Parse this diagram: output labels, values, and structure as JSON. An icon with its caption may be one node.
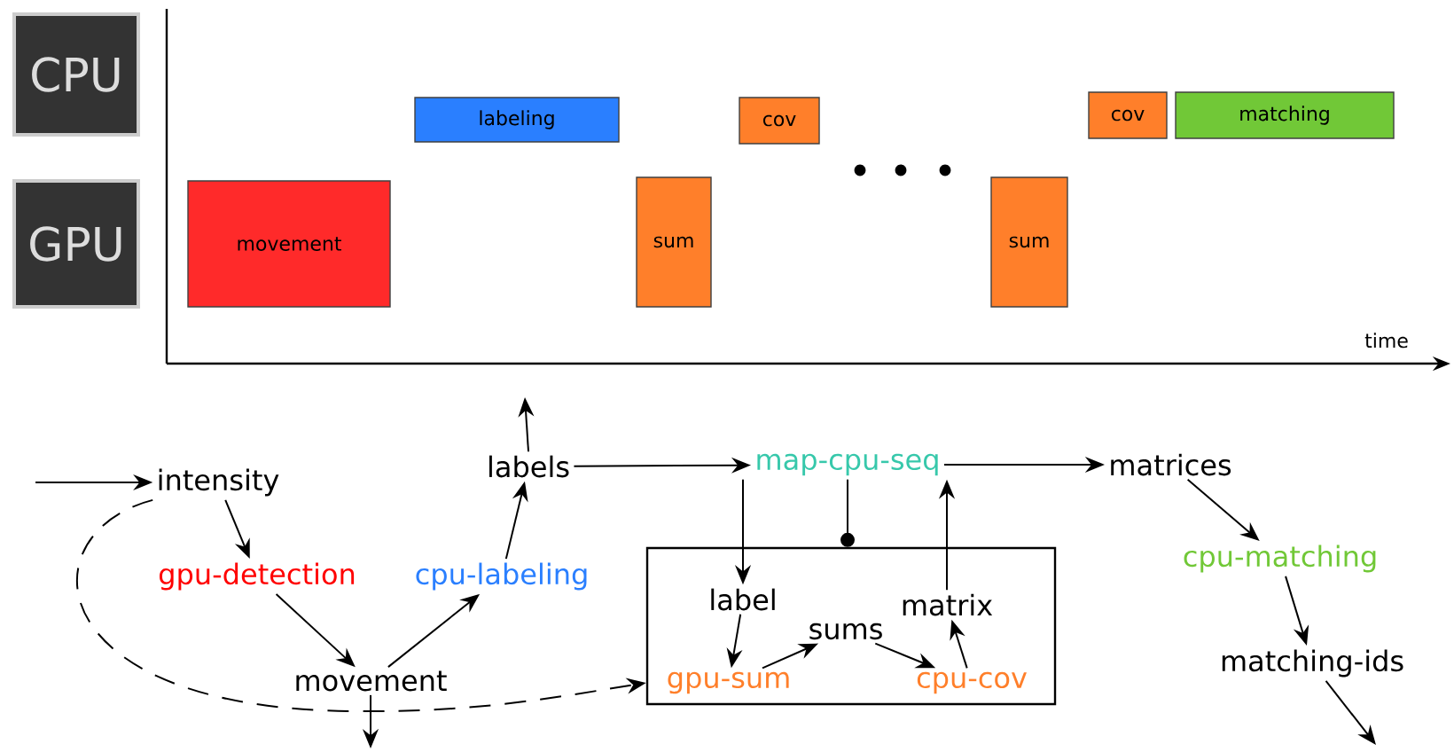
{
  "diagram": {
    "nodes": [
      {
        "text": [
          "CPU"
        ]
      },
      {
        "text": [
          "GPU"
        ]
      },
      {
        "text": [
          "movement"
        ]
      },
      {
        "text": [
          "labeling"
        ]
      },
      {
        "text": [
          "sum"
        ]
      },
      {
        "text": [
          "cov"
        ]
      },
      {
        "text": [
          "sum"
        ]
      },
      {
        "text": [
          "cov"
        ]
      },
      {
        "text": [
          "matching"
        ]
      },
      {
        "text": [
          "intensity"
        ]
      },
      {
        "text": [
          "gpu-detection"
        ]
      },
      {
        "text": [
          "cpu-labeling"
        ]
      },
      {
        "text": [
          "movement"
        ]
      },
      {
        "text": [
          "labels"
        ]
      },
      {
        "text": [
          "map-cpu-seq"
        ]
      },
      {
        "text": [
          "matrices"
        ]
      },
      {
        "text": [
          "cpu-matching"
        ]
      },
      {
        "text": [
          "matching-ids"
        ]
      },
      {
        "text": [],
        "shape": "box"
      },
      {
        "text": [
          "label"
        ],
        "in": 18
      },
      {
        "text": [
          "sums"
        ],
        "in": 18
      },
      {
        "text": [
          "matrix"
        ],
        "in": 18
      },
      {
        "text": [
          "gpu-sum"
        ],
        "in": 18
      },
      {
        "text": [
          "cpu-cov"
        ],
        "in": 18
      }
    ],
    "edges": [
      {
        "from": null,
        "to": 9,
        "arrow": "to"
      },
      {
        "from": 9,
        "to": 10,
        "arrow": "to"
      },
      {
        "from": 10,
        "to": 12,
        "arrow": "to"
      },
      {
        "from": 12,
        "to": 11,
        "arrow": "to"
      },
      {
        "from": 11,
        "to": 13,
        "arrow": "to"
      },
      {
        "from": 13,
        "to": null,
        "arrow": "to"
      },
      {
        "from": 13,
        "to": 14,
        "arrow": "to"
      },
      {
        "from": 14,
        "to": 15,
        "arrow": "to"
      },
      {
        "from": 15,
        "to": 16,
        "arrow": "to"
      },
      {
        "from": 16,
        "to": 17,
        "arrow": "to"
      },
      {
        "from": 17,
        "to": null,
        "arrow": "to"
      },
      {
        "from": 12,
        "to": null,
        "arrow": "to"
      },
      {
        "from": 9,
        "to": 18,
        "arrow": "to",
        "style": "dashed"
      },
      {
        "from": 14,
        "to": 19,
        "arrow": "to"
      },
      {
        "from": 14,
        "to": 18,
        "arrow": "other"
      },
      {
        "from": 19,
        "to": 22,
        "arrow": "to"
      },
      {
        "from": 22,
        "to": 20,
        "arrow": "to"
      },
      {
        "from": 20,
        "to": 23,
        "arrow": "to"
      },
      {
        "from": 23,
        "to": 21,
        "arrow": "to"
      },
      {
        "from": 21,
        "to": 14,
        "arrow": "to"
      }
    ],
    "labels": [
      "time"
    ]
  }
}
